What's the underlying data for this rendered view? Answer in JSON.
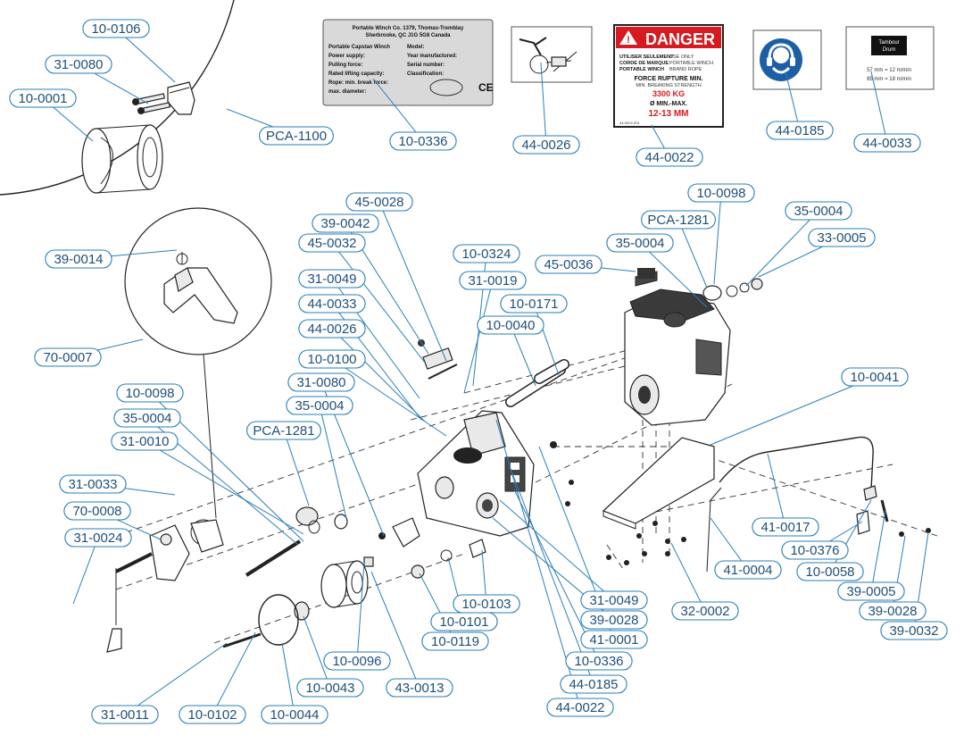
{
  "callouts": [
    {
      "id": "c1",
      "label": "10-0106"
    },
    {
      "id": "c2",
      "label": "31-0080"
    },
    {
      "id": "c3",
      "label": "10-0001"
    },
    {
      "id": "c4",
      "label": "PCA-1100"
    },
    {
      "id": "c5",
      "label": "10-0336"
    },
    {
      "id": "c6",
      "label": "44-0026"
    },
    {
      "id": "c7",
      "label": "44-0022"
    },
    {
      "id": "c8",
      "label": "44-0185"
    },
    {
      "id": "c9",
      "label": "44-0033"
    },
    {
      "id": "c10",
      "label": "45-0028"
    },
    {
      "id": "c11",
      "label": "39-0042"
    },
    {
      "id": "c12",
      "label": "45-0032"
    },
    {
      "id": "c13",
      "label": "10-0324"
    },
    {
      "id": "c14",
      "label": "31-0019"
    },
    {
      "id": "c15",
      "label": "31-0049"
    },
    {
      "id": "c16",
      "label": "44-0033"
    },
    {
      "id": "c17",
      "label": "10-0171"
    },
    {
      "id": "c18",
      "label": "10-0040"
    },
    {
      "id": "c19",
      "label": "44-0026"
    },
    {
      "id": "c20",
      "label": "10-0100"
    },
    {
      "id": "c21",
      "label": "31-0080"
    },
    {
      "id": "c22",
      "label": "35-0004"
    },
    {
      "id": "c23",
      "label": "PCA-1281"
    },
    {
      "id": "c24",
      "label": "45-0036"
    },
    {
      "id": "c25",
      "label": "10-0098"
    },
    {
      "id": "c26",
      "label": "PCA-1281"
    },
    {
      "id": "c27",
      "label": "35-0004"
    },
    {
      "id": "c28",
      "label": "35-0004"
    },
    {
      "id": "c29",
      "label": "33-0005"
    },
    {
      "id": "c30",
      "label": "39-0014"
    },
    {
      "id": "c31",
      "label": "70-0007"
    },
    {
      "id": "c32",
      "label": "10-0098"
    },
    {
      "id": "c33",
      "label": "35-0004"
    },
    {
      "id": "c34",
      "label": "31-0010"
    },
    {
      "id": "c35",
      "label": "31-0033"
    },
    {
      "id": "c36",
      "label": "70-0008"
    },
    {
      "id": "c37",
      "label": "31-0024"
    },
    {
      "id": "c38",
      "label": "10-0041"
    },
    {
      "id": "c39",
      "label": "41-0017"
    },
    {
      "id": "c40",
      "label": "10-0376"
    },
    {
      "id": "c41",
      "label": "10-0058"
    },
    {
      "id": "c42",
      "label": "39-0005"
    },
    {
      "id": "c43",
      "label": "39-0028"
    },
    {
      "id": "c44",
      "label": "39-0032"
    },
    {
      "id": "c45",
      "label": "41-0004"
    },
    {
      "id": "c46",
      "label": "32-0002"
    },
    {
      "id": "c47",
      "label": "31-0049"
    },
    {
      "id": "c48",
      "label": "39-0028"
    },
    {
      "id": "c49",
      "label": "41-0001"
    },
    {
      "id": "c50",
      "label": "10-0103"
    },
    {
      "id": "c51",
      "label": "10-0101"
    },
    {
      "id": "c52",
      "label": "10-0119"
    },
    {
      "id": "c53",
      "label": "10-0336"
    },
    {
      "id": "c54",
      "label": "44-0185"
    },
    {
      "id": "c55",
      "label": "44-0022"
    },
    {
      "id": "c56",
      "label": "10-0096"
    },
    {
      "id": "c57",
      "label": "43-0013"
    },
    {
      "id": "c58",
      "label": "10-0043"
    },
    {
      "id": "c59",
      "label": "31-0011"
    },
    {
      "id": "c60",
      "label": "10-0102"
    },
    {
      "id": "c61",
      "label": "10-0044"
    }
  ],
  "nameplate": {
    "line1": "Portable Winch Co. 1379, Thomas-Tremblay",
    "line2": "Sherbrooke, QC J1G 5G8 Canada",
    "rows": [
      [
        "Portable Capstan Winch",
        "Model:"
      ],
      [
        "Power supply:",
        "Year manufactured:"
      ],
      [
        "Pulling force:",
        "Serial number:"
      ],
      [
        "Rated lifting capacity:",
        "Classification:"
      ],
      [
        "Rope: min. break force:",
        ""
      ],
      [
        "max. diameter:",
        ""
      ]
    ],
    "ce_mark": "CE"
  },
  "danger_label": {
    "header": "DANGER",
    "fr_use": "UTILISER SEULEMENT",
    "fr_rope": "CORDE DE MARQUE",
    "fr_winch": "PORTABLE WINCH",
    "en_use": "USE ONLY",
    "en_winch": "PORTABLE WINCH",
    "en_rope": "BRAND ROPE",
    "force_fr": "FORCE RUPTURE MIN.",
    "force_en": "MIN. BREAKING STRENGTH",
    "force_val": "3300 KG",
    "dia_fr": "Ø MIN.-MAX.",
    "dia_val": "12-13 MM",
    "part_no": "44-0022-001"
  },
  "drum_label": {
    "title_fr": "Tambour",
    "title_en": "Drum",
    "line1": "57 mm = 12 m/min",
    "line2": "85 mm = 18 m/min"
  },
  "colors": {
    "callout_stroke": "#2a7fb8",
    "callout_text": "#1f4f7a",
    "danger_red": "#d71920",
    "ppe_blue": "#1d5fa6"
  }
}
